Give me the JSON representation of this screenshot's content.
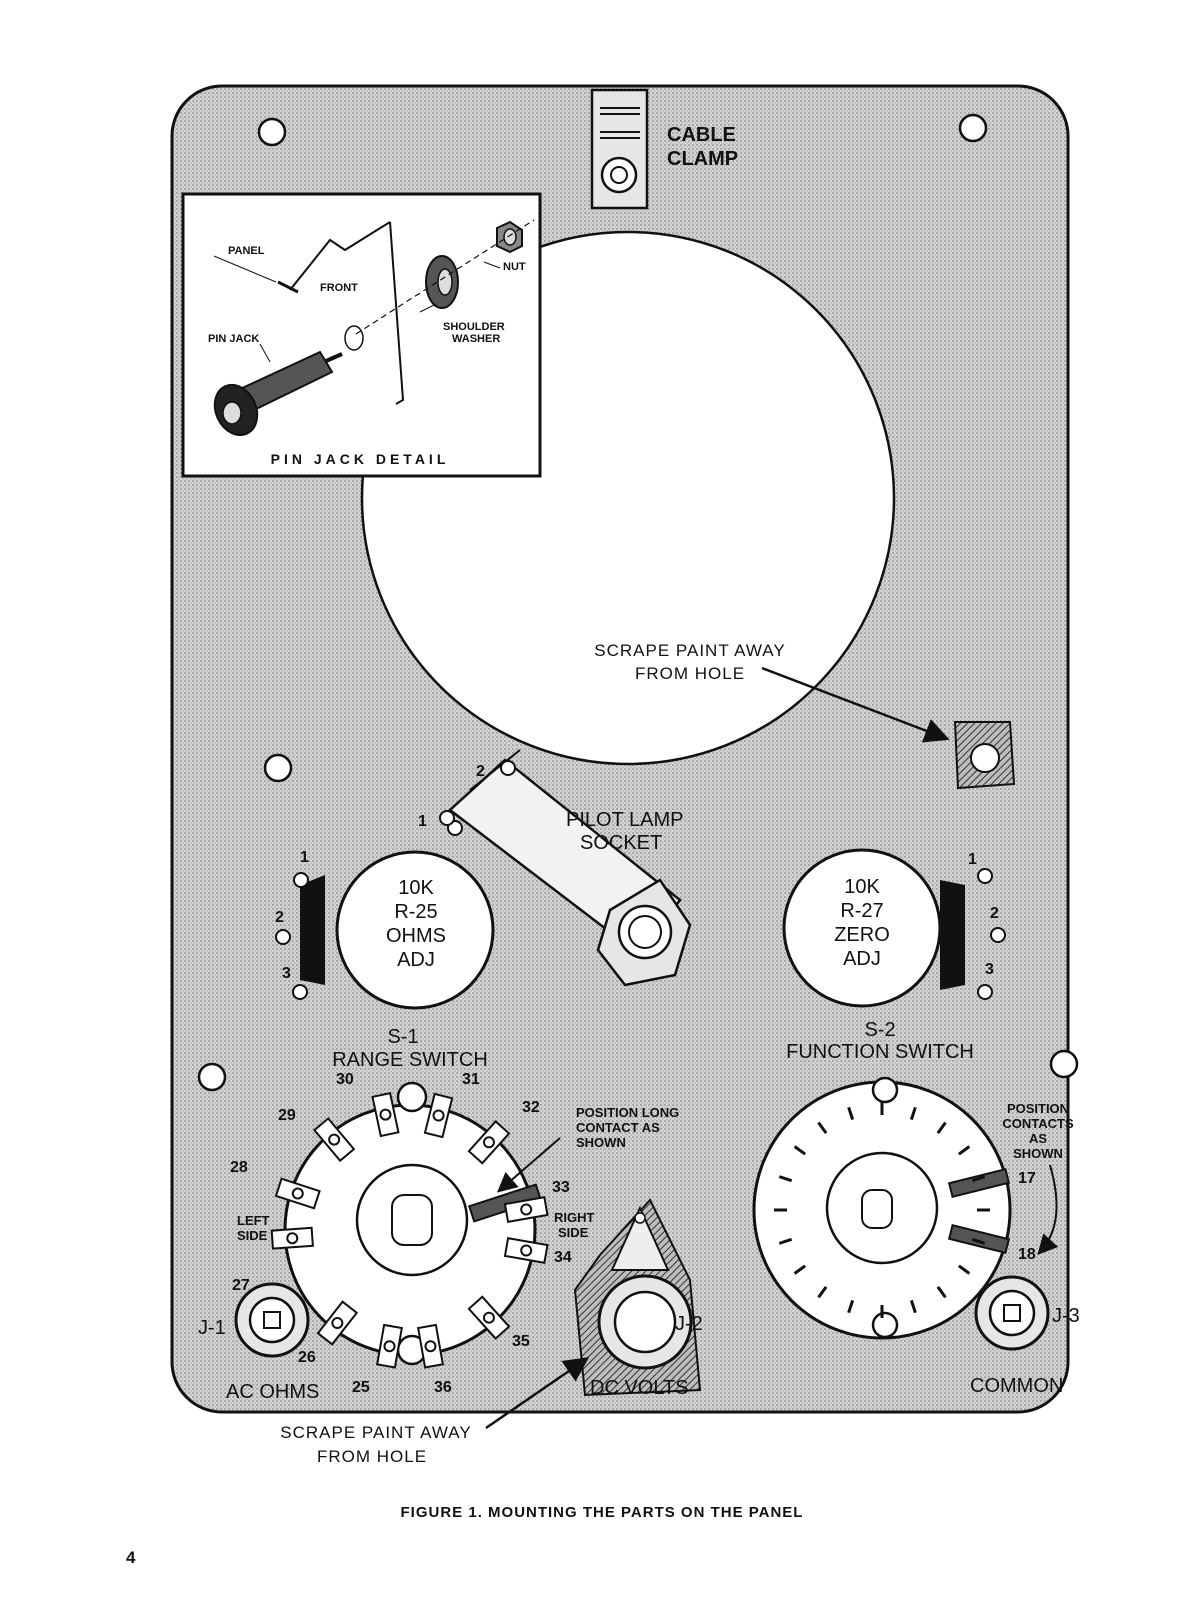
{
  "labels": {
    "cable_clamp": [
      "CABLE",
      "CLAMP"
    ],
    "inset_title": "PIN JACK DETAIL",
    "inset_panel": "PANEL",
    "inset_front": "FRONT",
    "inset_pin_jack": "PIN JACK",
    "inset_nut": "NUT",
    "inset_shoulder_washer": [
      "SHOULDER",
      "WASHER"
    ],
    "scrape_paint_top": [
      "SCRAPE PAINT AWAY",
      "FROM HOLE"
    ],
    "scrape_paint_bottom": [
      "SCRAPE PAINT AWAY",
      "FROM HOLE"
    ],
    "pilot_lamp_socket": [
      "PILOT LAMP",
      "SOCKET"
    ],
    "r25": [
      "10K",
      "R-25",
      "OHMS",
      "ADJ"
    ],
    "r27": [
      "10K",
      "R-27",
      "ZERO",
      "ADJ"
    ],
    "s1": [
      "S-1",
      "RANGE SWITCH"
    ],
    "s2": [
      "S-2",
      "FUNCTION SWITCH"
    ],
    "position_long_contact": [
      "POSITION LONG",
      "CONTACT AS",
      "SHOWN"
    ],
    "position_contacts": [
      "POSITION",
      "CONTACTS",
      "AS",
      "SHOWN"
    ],
    "left_side": [
      "LEFT",
      "SIDE"
    ],
    "right_side": [
      "RIGHT",
      "SIDE"
    ],
    "j1": "J-1",
    "j2": "J-2",
    "j3": "J-3",
    "ac_ohms": "AC OHMS",
    "dc_volts": "DC VOLTS",
    "common": "COMMON",
    "lamp_pins": [
      "1",
      "2"
    ],
    "r25_pins": [
      "1",
      "2",
      "3"
    ],
    "r27_pins": [
      "1",
      "2",
      "3"
    ],
    "s1_lugs": [
      "25",
      "26",
      "27",
      "28",
      "29",
      "30",
      "31",
      "32",
      "33",
      "34",
      "35",
      "36"
    ],
    "s2_lugs": [
      "17",
      "18"
    ]
  },
  "caption": "FIGURE 1.   MOUNTING THE PARTS ON THE PANEL",
  "page_number": "4"
}
